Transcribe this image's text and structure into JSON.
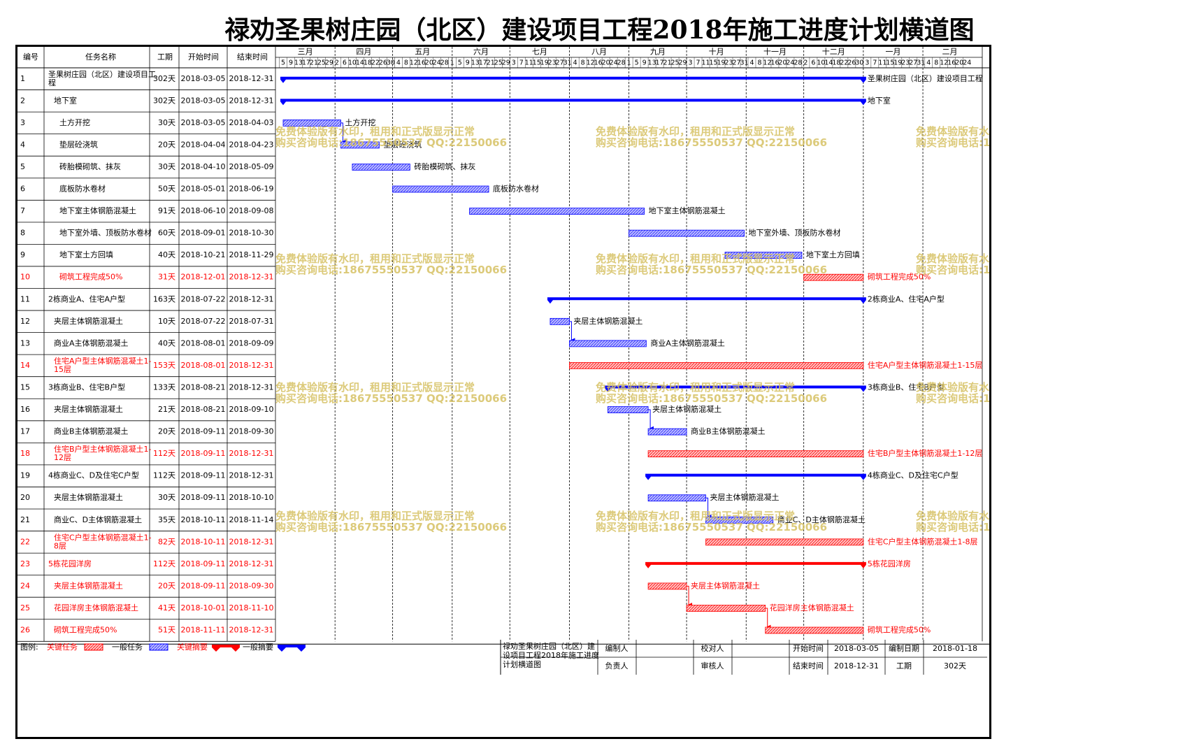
{
  "page": {
    "title": "禄劝圣果树庄园（北区）建设项目工程2018年施工进度计划横道图"
  },
  "columns": {
    "id": "编号",
    "name": "任务名称",
    "duration": "工期",
    "start": "开始时间",
    "end": "结束时间"
  },
  "colors": {
    "critical": "#ff0000",
    "normal_bar": "#2727ff",
    "summary_normal": "#0000ff",
    "critical_text": "#ff0000",
    "watermark": "#d6c163"
  },
  "chart_data": {
    "type": "gantt",
    "title": "禄劝圣果树庄园（北区）建设项目工程2018年施工进度计划横道图",
    "months": [
      "三月",
      "四月",
      "五月",
      "六月",
      "七月",
      "八月",
      "九月",
      "十月",
      "十一月",
      "十二月",
      "一月",
      "二月"
    ],
    "week_ticks": [
      "5",
      "9",
      "13",
      "17",
      "21",
      "25",
      "29",
      "2",
      "6",
      "10",
      "14",
      "18",
      "22",
      "26",
      "30",
      "4",
      "8",
      "12",
      "16",
      "20",
      "24",
      "28",
      "1",
      "5",
      "9",
      "13",
      "17",
      "21",
      "25",
      "29",
      "3",
      "7",
      "11",
      "15",
      "19",
      "23",
      "27",
      "31",
      "4",
      "8",
      "12",
      "16",
      "20",
      "24",
      "28",
      "1",
      "5",
      "9",
      "13",
      "17",
      "21",
      "25",
      "29",
      "3",
      "7",
      "11",
      "15",
      "19",
      "23",
      "27",
      "31",
      "4",
      "8",
      "12",
      "16",
      "20",
      "24",
      "28",
      "2",
      "6",
      "10",
      "14",
      "18",
      "22",
      "26",
      "30",
      "3",
      "7",
      "11",
      "15",
      "19",
      "23",
      "27",
      "31",
      "4",
      "8",
      "12",
      "16",
      "20",
      "24"
    ],
    "x_range": [
      "2018-03-01",
      "2019-02-28"
    ],
    "tasks": [
      {
        "id": "1",
        "name": "圣果树庄园（北区）建设项目工程",
        "duration": "302天",
        "start": "2018-03-05",
        "end": "2018-12-31",
        "level": 0,
        "kind": "summary",
        "critical": false,
        "label": "圣果树庄园（北区）建设项目工程"
      },
      {
        "id": "2",
        "name": "地下室",
        "duration": "302天",
        "start": "2018-03-05",
        "end": "2018-12-31",
        "level": 1,
        "kind": "summary",
        "critical": false,
        "label": "地下室"
      },
      {
        "id": "3",
        "name": "土方开挖",
        "duration": "30天",
        "start": "2018-03-05",
        "end": "2018-04-03",
        "level": 2,
        "kind": "task",
        "critical": false,
        "label": "土方开挖"
      },
      {
        "id": "4",
        "name": "垫层砼浇筑",
        "duration": "20天",
        "start": "2018-04-04",
        "end": "2018-04-23",
        "level": 2,
        "kind": "task",
        "critical": false,
        "label": "垫层砼浇筑"
      },
      {
        "id": "5",
        "name": "砖胎模砌筑、抹灰",
        "duration": "30天",
        "start": "2018-04-10",
        "end": "2018-05-09",
        "level": 2,
        "kind": "task",
        "critical": false,
        "label": "砖胎模砌筑、抹灰"
      },
      {
        "id": "6",
        "name": "底板防水卷材",
        "duration": "50天",
        "start": "2018-05-01",
        "end": "2018-06-19",
        "level": 2,
        "kind": "task",
        "critical": false,
        "label": "底板防水卷材"
      },
      {
        "id": "7",
        "name": "地下室主体钢筋混凝土",
        "duration": "91天",
        "start": "2018-06-10",
        "end": "2018-09-08",
        "level": 2,
        "kind": "task",
        "critical": false,
        "label": "地下室主体钢筋混凝土"
      },
      {
        "id": "8",
        "name": "地下室外墙、顶板防水卷材",
        "duration": "60天",
        "start": "2018-09-01",
        "end": "2018-10-30",
        "level": 2,
        "kind": "task",
        "critical": false,
        "label": "地下室外墙、顶板防水卷材"
      },
      {
        "id": "9",
        "name": "地下室土方回填",
        "duration": "40天",
        "start": "2018-10-21",
        "end": "2018-11-29",
        "level": 2,
        "kind": "task",
        "critical": false,
        "label": "地下室土方回填"
      },
      {
        "id": "10",
        "name": "砌筑工程完成50%",
        "duration": "31天",
        "start": "2018-12-01",
        "end": "2018-12-31",
        "level": 2,
        "kind": "task",
        "critical": true,
        "label": "砌筑工程完成50%"
      },
      {
        "id": "11",
        "name": "2栋商业A、住宅A户型",
        "duration": "163天",
        "start": "2018-07-22",
        "end": "2018-12-31",
        "level": 0,
        "kind": "summary",
        "critical": false,
        "label": "2栋商业A、住宅A户型"
      },
      {
        "id": "12",
        "name": "夹层主体钢筋混凝土",
        "duration": "10天",
        "start": "2018-07-22",
        "end": "2018-07-31",
        "level": 1,
        "kind": "task",
        "critical": false,
        "label": "夹层主体钢筋混凝土"
      },
      {
        "id": "13",
        "name": "商业A主体钢筋混凝土",
        "duration": "40天",
        "start": "2018-08-01",
        "end": "2018-09-09",
        "level": 1,
        "kind": "task",
        "critical": false,
        "label": "商业A主体钢筋混凝土"
      },
      {
        "id": "14",
        "name": "住宅A户型主体钢筋混凝土1-15层",
        "duration": "153天",
        "start": "2018-08-01",
        "end": "2018-12-31",
        "level": 1,
        "kind": "task",
        "critical": true,
        "label": "住宅A户型主体钢筋混凝土1-15层"
      },
      {
        "id": "15",
        "name": "3栋商业B、住宅B户型",
        "duration": "133天",
        "start": "2018-08-21",
        "end": "2018-12-31",
        "level": 0,
        "kind": "summary",
        "critical": false,
        "label": "3栋商业B、住宅B户型"
      },
      {
        "id": "16",
        "name": "夹层主体钢筋混凝土",
        "duration": "21天",
        "start": "2018-08-21",
        "end": "2018-09-10",
        "level": 1,
        "kind": "task",
        "critical": false,
        "label": "夹层主体钢筋混凝土"
      },
      {
        "id": "17",
        "name": "商业B主体钢筋混凝土",
        "duration": "20天",
        "start": "2018-09-11",
        "end": "2018-09-30",
        "level": 1,
        "kind": "task",
        "critical": false,
        "label": "商业B主体钢筋混凝土"
      },
      {
        "id": "18",
        "name": "住宅B户型主体钢筋混凝土1-12层",
        "duration": "112天",
        "start": "2018-09-11",
        "end": "2018-12-31",
        "level": 1,
        "kind": "task",
        "critical": true,
        "label": "住宅B户型主体钢筋混凝土1-12层"
      },
      {
        "id": "19",
        "name": "4栋商业C、D及住宅C户型",
        "duration": "112天",
        "start": "2018-09-11",
        "end": "2018-12-31",
        "level": 0,
        "kind": "summary",
        "critical": false,
        "label": "4栋商业C、D及住宅C户型"
      },
      {
        "id": "20",
        "name": "夹层主体钢筋混凝土",
        "duration": "30天",
        "start": "2018-09-11",
        "end": "2018-10-10",
        "level": 1,
        "kind": "task",
        "critical": false,
        "label": "夹层主体钢筋混凝土"
      },
      {
        "id": "21",
        "name": "商业C、D主体钢筋混凝土",
        "duration": "35天",
        "start": "2018-10-11",
        "end": "2018-11-14",
        "level": 1,
        "kind": "task",
        "critical": false,
        "label": "商业C、D主体钢筋混凝土"
      },
      {
        "id": "22",
        "name": "住宅C户型主体钢筋混凝土1-8层",
        "duration": "82天",
        "start": "2018-10-11",
        "end": "2018-12-31",
        "level": 1,
        "kind": "task",
        "critical": true,
        "label": "住宅C户型主体钢筋混凝土1-8层"
      },
      {
        "id": "23",
        "name": "5栋花园洋房",
        "duration": "112天",
        "start": "2018-09-11",
        "end": "2018-12-31",
        "level": 0,
        "kind": "summary",
        "critical": true,
        "label": "5栋花园洋房"
      },
      {
        "id": "24",
        "name": "夹层主体钢筋混凝土",
        "duration": "20天",
        "start": "2018-09-11",
        "end": "2018-09-30",
        "level": 1,
        "kind": "task",
        "critical": true,
        "label": "夹层主体钢筋混凝土"
      },
      {
        "id": "25",
        "name": "花园洋房主体钢筋混凝土",
        "duration": "41天",
        "start": "2018-10-01",
        "end": "2018-11-10",
        "level": 1,
        "kind": "task",
        "critical": true,
        "label": "花园洋房主体钢筋混凝土"
      },
      {
        "id": "26",
        "name": "砌筑工程完成50%",
        "duration": "51天",
        "start": "2018-11-11",
        "end": "2018-12-31",
        "level": 1,
        "kind": "task",
        "critical": true,
        "label": "砌筑工程完成50%"
      }
    ],
    "links": [
      [
        3,
        4
      ],
      [
        12,
        13
      ],
      [
        16,
        17
      ],
      [
        20,
        21
      ],
      [
        24,
        25
      ],
      [
        25,
        26
      ]
    ]
  },
  "watermark": {
    "line1": "免费体验版有水印，租用和正式版显示正常",
    "line2": "购买咨询电话:18675550537 QQ:22150066"
  },
  "legend": {
    "prefix": "图例:",
    "critical_task": "关键任务",
    "normal_task": "一般任务",
    "critical_summary": "关键摘要",
    "normal_summary": "一般摘要"
  },
  "footer": {
    "project_name": "禄劝圣果树庄园（北区）建设项目工程2018年施工进度计划横道图",
    "prepared_by_label": "编制人",
    "prepared_by": "",
    "checked_by_label": "校对人",
    "checked_by": "",
    "start_label": "开始时间",
    "start_value": "2018-03-05",
    "date_label": "编制日期",
    "date_value": "2018-01-18",
    "owner_label": "负责人",
    "owner": "",
    "reviewer_label": "审核人",
    "reviewer": "",
    "end_label": "结束时间",
    "end_value": "2018-12-31",
    "duration_label": "工期",
    "duration_value": "302天"
  }
}
